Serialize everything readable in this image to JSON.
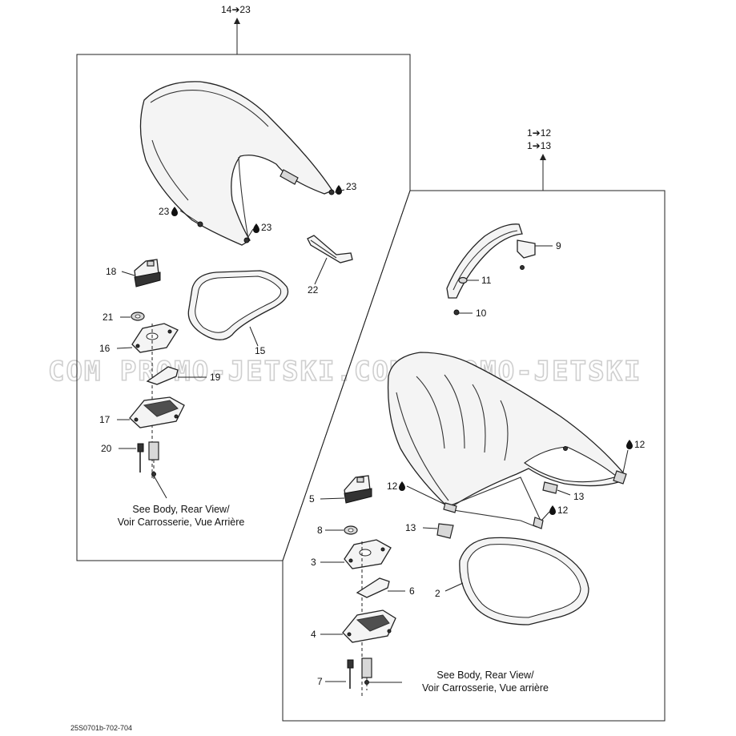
{
  "header_left": {
    "label": "14➔23"
  },
  "header_right": {
    "line1": "1➔12",
    "line2": "1➔13"
  },
  "watermark": {
    "text": "COM  PROMO-JETSKI.COM  PROMO-JETSKI"
  },
  "left_labels": {
    "p23a": "23",
    "p23b": "23",
    "p23c": "23",
    "p18": "18",
    "p21": "21",
    "p16": "16",
    "p19": "19",
    "p17": "17",
    "p20": "20",
    "p22": "22",
    "p15": "15"
  },
  "right_labels": {
    "p9": "9",
    "p11": "11",
    "p10": "10",
    "p12a": "12",
    "p12b": "12",
    "p12c": "12",
    "p13a": "13",
    "p13b": "13",
    "p5": "5",
    "p8": "8",
    "p3": "3",
    "p6": "6",
    "p2": "2",
    "p4": "4",
    "p7": "7"
  },
  "left_note": {
    "line1": "See Body, Rear View/",
    "line2": "Voir Carrosserie, Vue Arrière"
  },
  "right_note": {
    "line1": "See Body, Rear View/",
    "line2": "Voir Carrosserie, Vue arrière"
  },
  "reference": "25S0701b-702-704"
}
